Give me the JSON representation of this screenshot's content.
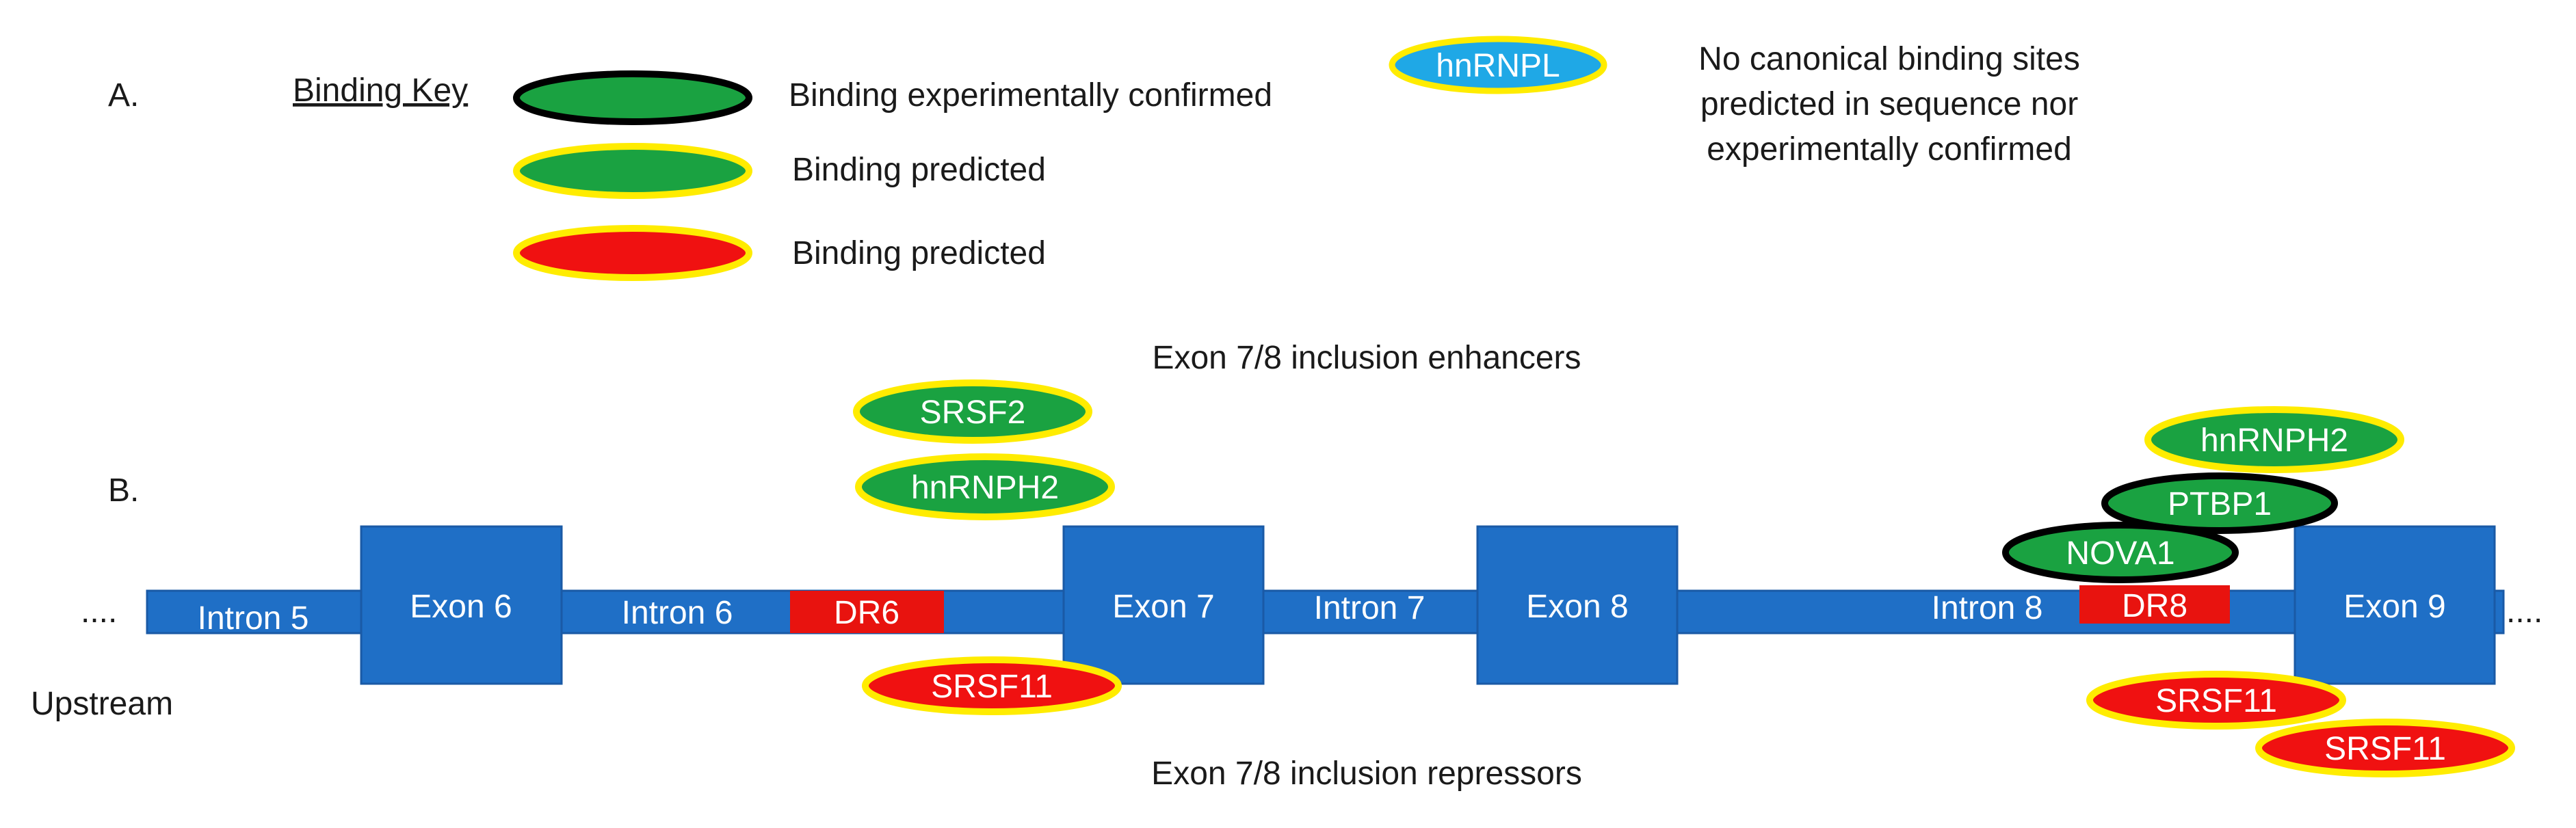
{
  "colors": {
    "structure_blue": "#1f6fc6",
    "structure_stroke": "#1a5aa6",
    "region_red": "#e8130f",
    "protein_green": "#1aa241",
    "protein_red": "#f01111",
    "protein_blue": "#1fa8e6",
    "outline_yellow": "#ffec00",
    "outline_black": "#000000"
  },
  "panel_a": {
    "label": "A.",
    "key_title": "Binding Key",
    "key_items": [
      {
        "text": "Binding experimentally confirmed",
        "fill": "green",
        "outline": "black"
      },
      {
        "text": "Binding predicted",
        "fill": "green",
        "outline": "yellow"
      },
      {
        "text": "Binding predicted",
        "fill": "red",
        "outline": "yellow"
      }
    ],
    "no_site": {
      "protein": "hnRNPL",
      "lines": [
        "No canonical binding sites",
        "predicted in sequence nor",
        "experimentally confirmed"
      ]
    }
  },
  "panel_b": {
    "label": "B.",
    "enhancers_title": "Exon 7/8 inclusion enhancers",
    "repressors_title": "Exon 7/8 inclusion repressors",
    "upstream_label": "Upstream",
    "left_ellipsis": "....",
    "right_ellipsis": "....",
    "introns": [
      "Intron 5",
      "Intron 6",
      "Intron 7",
      "Intron 8"
    ],
    "exons": [
      "Exon 6",
      "Exon 7",
      "Exon 8",
      "Exon 9"
    ],
    "regions": [
      "DR6",
      "DR8"
    ],
    "proteins": {
      "srsf2": {
        "name": "SRSF2",
        "fill": "green",
        "outline": "yellow"
      },
      "hnrnph2_left": {
        "name": "hnRNPH2",
        "fill": "green",
        "outline": "yellow"
      },
      "hnrnph2_right": {
        "name": "hnRNPH2",
        "fill": "green",
        "outline": "yellow"
      },
      "ptbp1": {
        "name": "PTBP1",
        "fill": "green",
        "outline": "black"
      },
      "nova1": {
        "name": "NOVA1",
        "fill": "green",
        "outline": "black"
      },
      "srsf11_left": {
        "name": "SRSF11",
        "fill": "red",
        "outline": "yellow"
      },
      "srsf11_right_top": {
        "name": "SRSF11",
        "fill": "red",
        "outline": "yellow"
      },
      "srsf11_right_bottom": {
        "name": "SRSF11",
        "fill": "red",
        "outline": "yellow"
      }
    }
  }
}
